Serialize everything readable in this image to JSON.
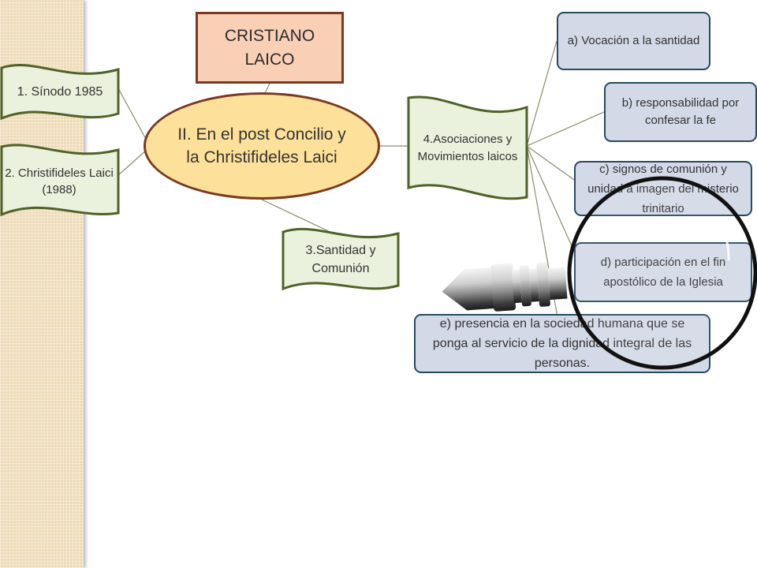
{
  "slide": {
    "title": "CRISTIANO LAICO",
    "center": "II. En el post Concilio y la Christifideles Laici",
    "branches": [
      {
        "id": "1",
        "label": "1. Sínodo 1985"
      },
      {
        "id": "2",
        "label": "2. Christifideles Laici (1988)"
      },
      {
        "id": "3",
        "label": "3.Santidad y Comunión"
      },
      {
        "id": "4",
        "label": "4.Asociaciones y Movimientos laicos"
      }
    ],
    "items": [
      {
        "id": "a",
        "label": "a) Vocación a la santidad"
      },
      {
        "id": "b",
        "label": "b) responsabilidad por confesar la fe"
      },
      {
        "id": "c",
        "label": "c) signos de comunión y unidad a imagen del misterio trinitario"
      },
      {
        "id": "d",
        "label": "d) participación en el fin apostólico de la Iglesia"
      },
      {
        "id": "e",
        "label": "e) presencia en la sociedad humana que se ponga al servicio de la dignidad integral de las personas."
      }
    ],
    "decorations": [
      "magnifying-glass-icon"
    ]
  },
  "colors": {
    "stripe": "#eedbb8",
    "title_fill": "#f9d0b5",
    "title_border": "#7a3a1f",
    "center_fill": "#fde099",
    "flag_fill": "#eaf1dd",
    "flag_border": "#4f6228",
    "item_fill": "#d4d9e8",
    "item_border": "#264a60",
    "connector": "#8c8c6c"
  }
}
